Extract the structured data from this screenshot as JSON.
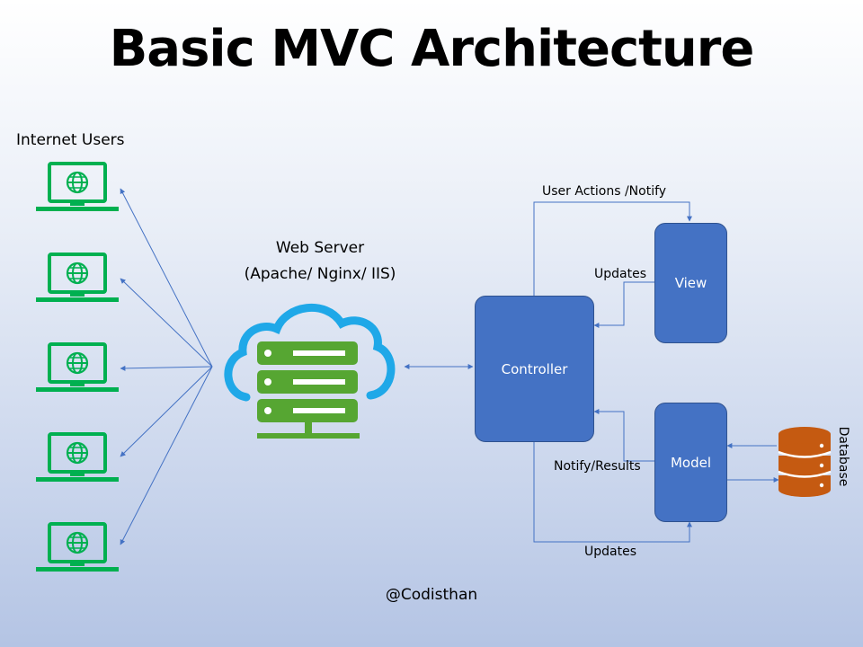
{
  "title": "Basic MVC Architecture",
  "users_label": "Internet Users",
  "server": {
    "line1": "Web Server",
    "line2": "(Apache/ Nginx/ IIS)"
  },
  "nodes": {
    "controller": "Controller",
    "view": "View",
    "model": "Model",
    "database": "Database"
  },
  "flows": {
    "user_actions": "User Actions /Notify",
    "updates_view": "Updates",
    "notify_results": "Notify/Results",
    "updates_model": "Updates"
  },
  "credit": "@Codisthan",
  "colors": {
    "laptop": "#00b050",
    "server_green": "#56a632",
    "cloud_blue": "#1fa8e8",
    "box_blue": "#4472c4",
    "arrow_blue": "#4472c4",
    "db_orange": "#c55a11"
  },
  "icons": [
    "laptop-globe-icon",
    "cloud-server-icon",
    "database-icon"
  ]
}
